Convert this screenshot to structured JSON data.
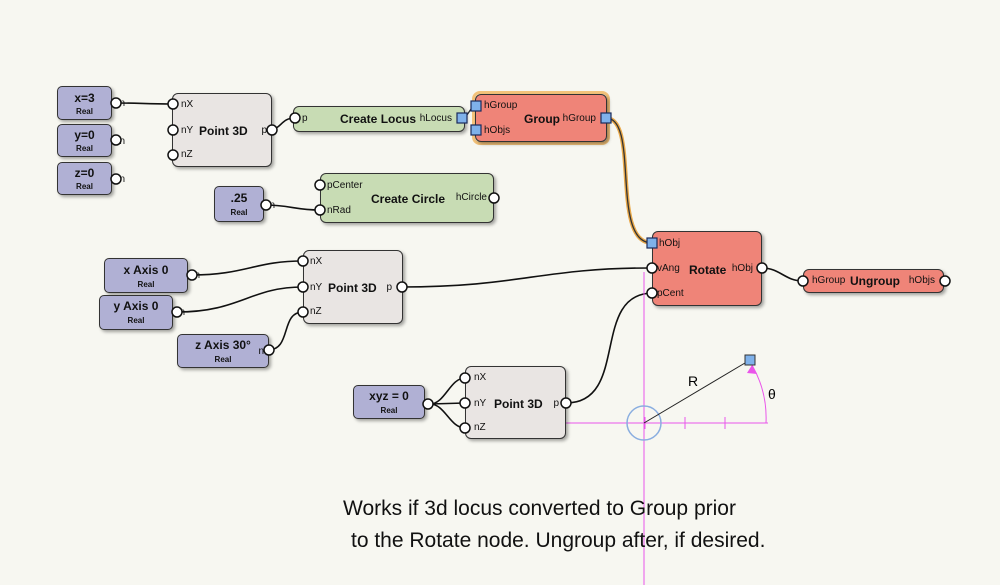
{
  "nodes": {
    "x3": {
      "value": "x=3",
      "type": "Real",
      "port": "n"
    },
    "y0": {
      "value": "y=0",
      "type": "Real",
      "port": "n"
    },
    "z0": {
      "value": "z=0",
      "type": "Real",
      "port": "n"
    },
    "point1": {
      "title": "Point 3D",
      "inputs": [
        "nX",
        "nY",
        "nZ"
      ],
      "output": "p"
    },
    "create_locus": {
      "title": "Create Locus",
      "input": "p",
      "output": "hLocus"
    },
    "group": {
      "title": "Group",
      "inputs": [
        "hGroup",
        "hObjs"
      ],
      "output": "hGroup"
    },
    "rad": {
      "value": ".25",
      "type": "Real",
      "port": "n"
    },
    "create_circle": {
      "title": "Create Circle",
      "inputs": [
        "pCenter",
        "nRad"
      ],
      "output": "hCircle"
    },
    "xaxis": {
      "value": "x Axis 0",
      "type": "Real",
      "port": "n"
    },
    "yaxis": {
      "value": "y Axis 0",
      "type": "Real",
      "port": "n"
    },
    "zaxis": {
      "value": "z Axis 30°",
      "type": "Real",
      "port": "n"
    },
    "point2": {
      "title": "Point 3D",
      "inputs": [
        "nX",
        "nY",
        "nZ"
      ],
      "output": "p"
    },
    "rotate": {
      "title": "Rotate",
      "inputs": [
        "hObj",
        "vAng",
        "pCent"
      ],
      "output": "hObj"
    },
    "ungroup": {
      "title": "Ungroup",
      "input": "hGroup",
      "output": "hObjs"
    },
    "xyz": {
      "value": "xyz = 0",
      "type": "Real",
      "port": "n"
    },
    "point3": {
      "title": "Point 3D",
      "inputs": [
        "nX",
        "nY",
        "nZ"
      ],
      "output": "p"
    }
  },
  "sketch": {
    "radius_label": "R",
    "angle_label": "θ"
  },
  "note": {
    "line1": "Works if 3d locus converted to Group prior",
    "line2": "to the Rotate node. Ungroup after, if desired."
  },
  "colors": {
    "real_node": "#b0b0d4",
    "point_node": "#e9e5e3",
    "create_node": "#c8dcb4",
    "handle_node": "#ef8478",
    "handle_port": "#7fb1ea",
    "sketch_line": "#ea55ea",
    "selected_wire": "#e8a84a"
  }
}
